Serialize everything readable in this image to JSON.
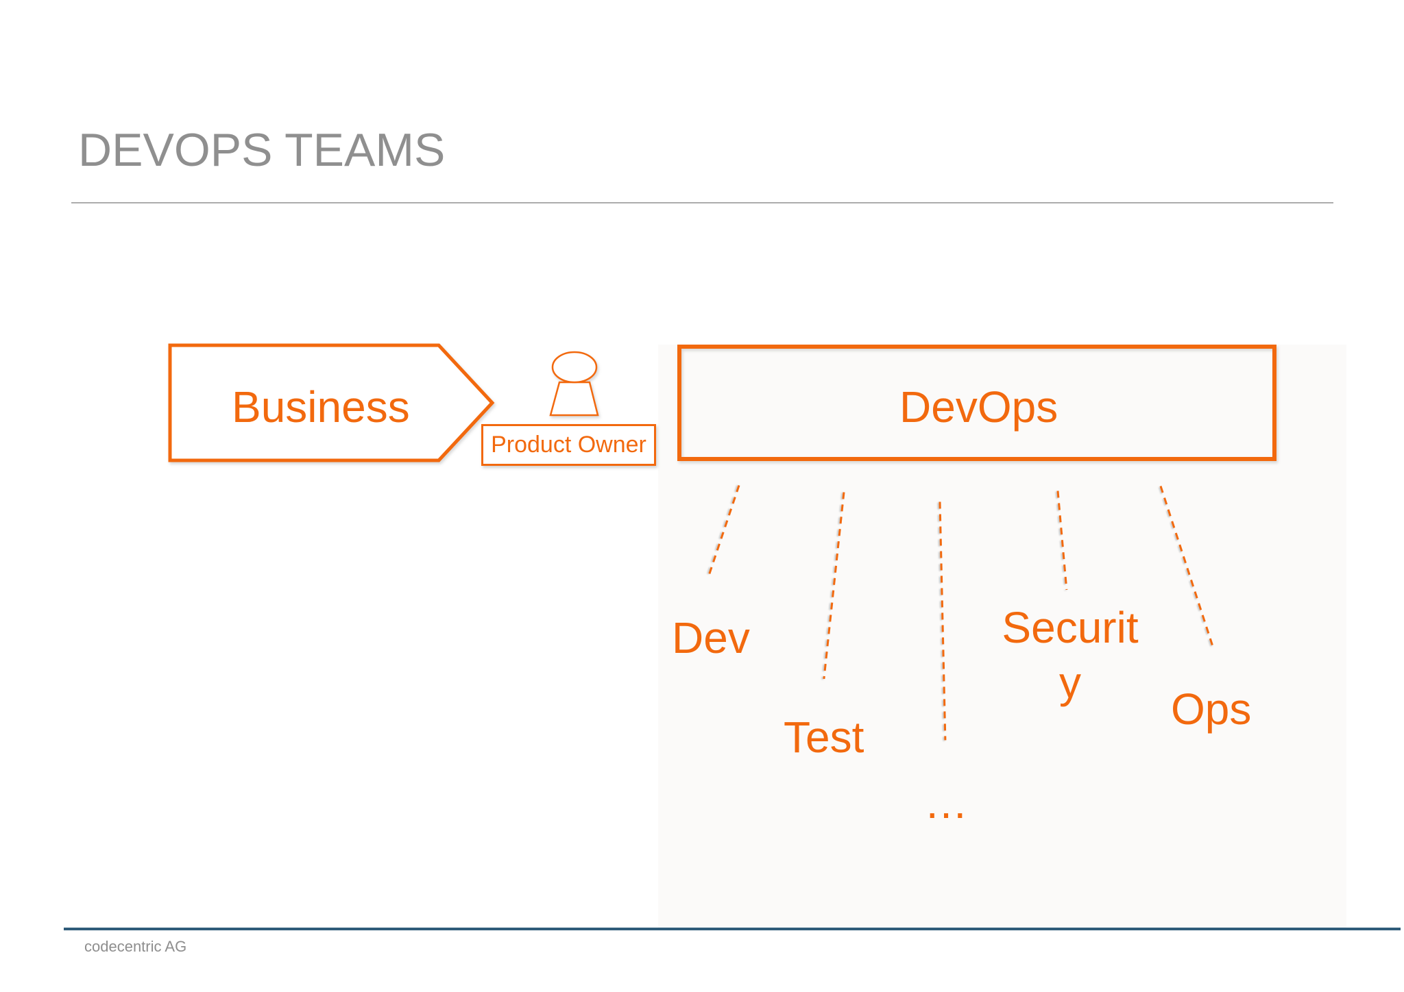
{
  "slide": {
    "title": "DEVOPS TEAMS",
    "footer_text": "codecentric AG"
  },
  "diagram": {
    "business_label": "Business",
    "product_owner_label": "Product Owner",
    "devops_label": "DevOps",
    "teams": [
      "Dev",
      "Test",
      "Security",
      "Ops"
    ],
    "more_indicator": "…",
    "connector_count": 5
  },
  "colors": {
    "accent_orange": "#f2690e",
    "title_gray": "#8f8f8f",
    "title_rule_gray": "#acacac",
    "footer_line_blue": "#2f5c7a",
    "footer_text_gray": "#8e8e8e",
    "panel_background": "#fbfaf9"
  }
}
